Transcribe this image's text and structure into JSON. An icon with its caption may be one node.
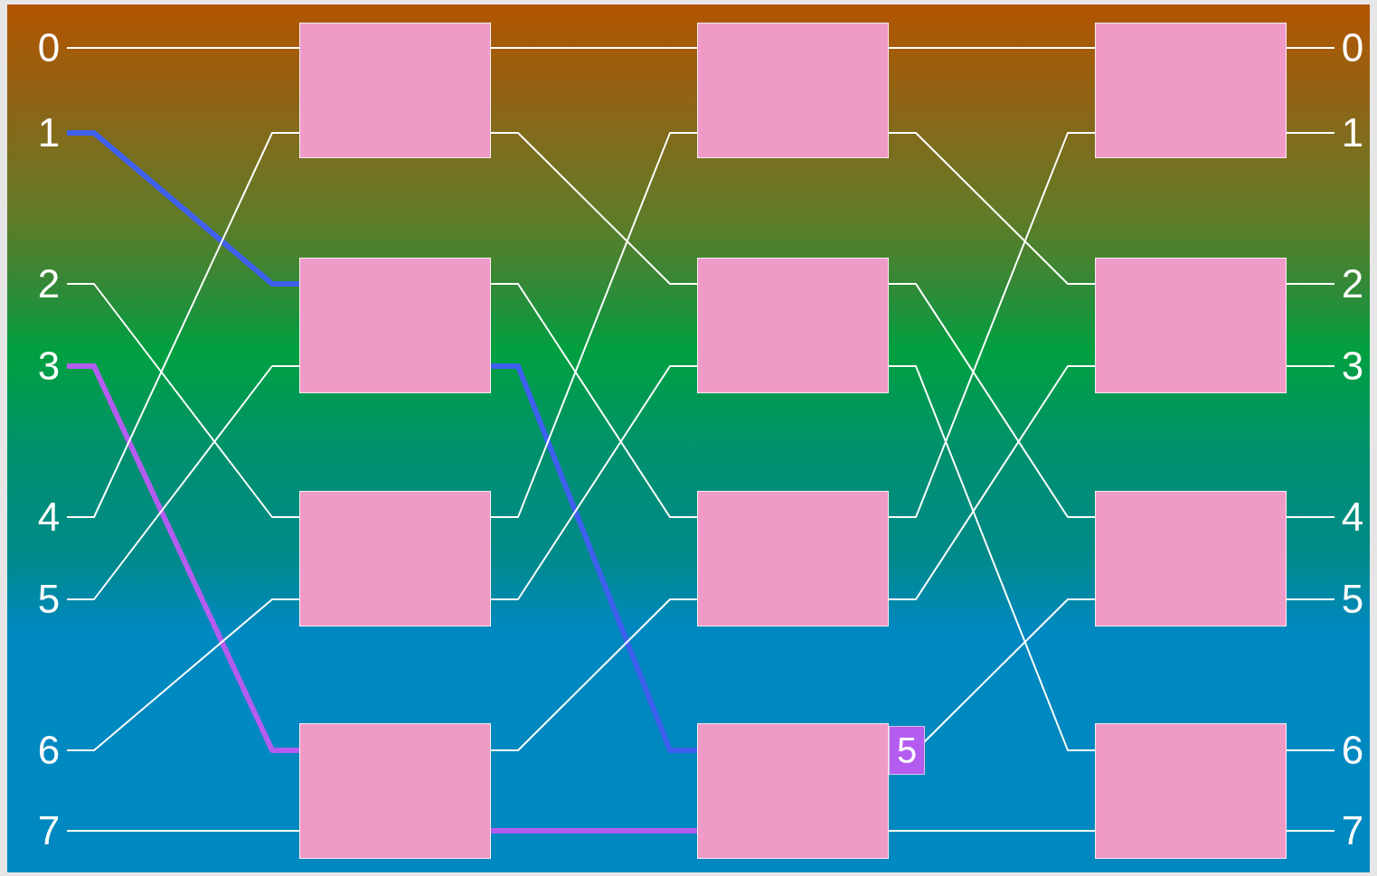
{
  "diagram": {
    "nodes": [
      {
        "text": [
          "0"
        ]
      },
      {
        "text": [
          "1"
        ]
      },
      {
        "text": [
          "2"
        ]
      },
      {
        "text": [
          "3"
        ]
      },
      {
        "text": [
          "4"
        ]
      },
      {
        "text": [
          "5"
        ]
      },
      {
        "text": [
          "6"
        ]
      },
      {
        "text": [
          "7"
        ]
      },
      {
        "text": [],
        "shape": "box"
      },
      {
        "text": [],
        "shape": "box"
      },
      {
        "text": [],
        "shape": "box"
      },
      {
        "text": [],
        "shape": "box"
      },
      {
        "text": [],
        "shape": "box"
      },
      {
        "text": [],
        "shape": "box"
      },
      {
        "text": [],
        "shape": "box"
      },
      {
        "text": [],
        "shape": "box"
      },
      {
        "text": [],
        "shape": "box"
      },
      {
        "text": [],
        "shape": "box"
      },
      {
        "text": [],
        "shape": "box"
      },
      {
        "text": [],
        "shape": "box"
      },
      {
        "text": [
          "0"
        ]
      },
      {
        "text": [
          "1"
        ]
      },
      {
        "text": [
          "2"
        ]
      },
      {
        "text": [
          "3"
        ]
      },
      {
        "text": [
          "4"
        ]
      },
      {
        "text": [
          "5"
        ]
      },
      {
        "text": [
          "6"
        ]
      },
      {
        "text": [
          "7"
        ]
      }
    ],
    "edges": [
      {
        "from": 0,
        "to": 8,
        "arrow": "none"
      },
      {
        "from": 1,
        "to": 9,
        "arrow": "none",
        "style": "thick",
        "color": "#3f5fef"
      },
      {
        "from": 2,
        "to": 10,
        "arrow": "none"
      },
      {
        "from": 3,
        "to": 11,
        "arrow": "none",
        "style": "thick",
        "color": "#b45cf0"
      },
      {
        "from": 4,
        "to": 8,
        "arrow": "none"
      },
      {
        "from": 5,
        "to": 9,
        "arrow": "none"
      },
      {
        "from": 6,
        "to": 10,
        "arrow": "none"
      },
      {
        "from": 7,
        "to": 11,
        "arrow": "none"
      },
      {
        "from": 8,
        "to": 12,
        "arrow": "none"
      },
      {
        "from": 8,
        "to": 13,
        "arrow": "none"
      },
      {
        "from": 9,
        "to": 14,
        "arrow": "none"
      },
      {
        "from": 9,
        "to": 15,
        "arrow": "none",
        "style": "thick",
        "color": "#3f5fef"
      },
      {
        "from": 10,
        "to": 12,
        "arrow": "none"
      },
      {
        "from": 10,
        "to": 13,
        "arrow": "none"
      },
      {
        "from": 11,
        "to": 14,
        "arrow": "none"
      },
      {
        "from": 11,
        "to": 15,
        "arrow": "none",
        "style": "thick",
        "color": "#b45cf0"
      },
      {
        "from": 12,
        "to": 16,
        "arrow": "none"
      },
      {
        "from": 12,
        "to": 17,
        "arrow": "none"
      },
      {
        "from": 13,
        "to": 18,
        "arrow": "none"
      },
      {
        "from": 13,
        "to": 19,
        "arrow": "none"
      },
      {
        "from": 14,
        "to": 16,
        "arrow": "none"
      },
      {
        "from": 14,
        "to": 17,
        "arrow": "none"
      },
      {
        "from": 15,
        "to": 18,
        "arrow": "none"
      },
      {
        "from": 15,
        "to": 19,
        "arrow": "none"
      },
      {
        "from": 16,
        "to": 20,
        "arrow": "none"
      },
      {
        "from": 16,
        "to": 21,
        "arrow": "none"
      },
      {
        "from": 17,
        "to": 22,
        "arrow": "none"
      },
      {
        "from": 17,
        "to": 23,
        "arrow": "none"
      },
      {
        "from": 18,
        "to": 24,
        "arrow": "none"
      },
      {
        "from": 18,
        "to": 25,
        "arrow": "none"
      },
      {
        "from": 19,
        "to": 26,
        "arrow": "none"
      },
      {
        "from": 19,
        "to": 27,
        "arrow": "none"
      }
    ],
    "labels": [
      "5"
    ]
  }
}
